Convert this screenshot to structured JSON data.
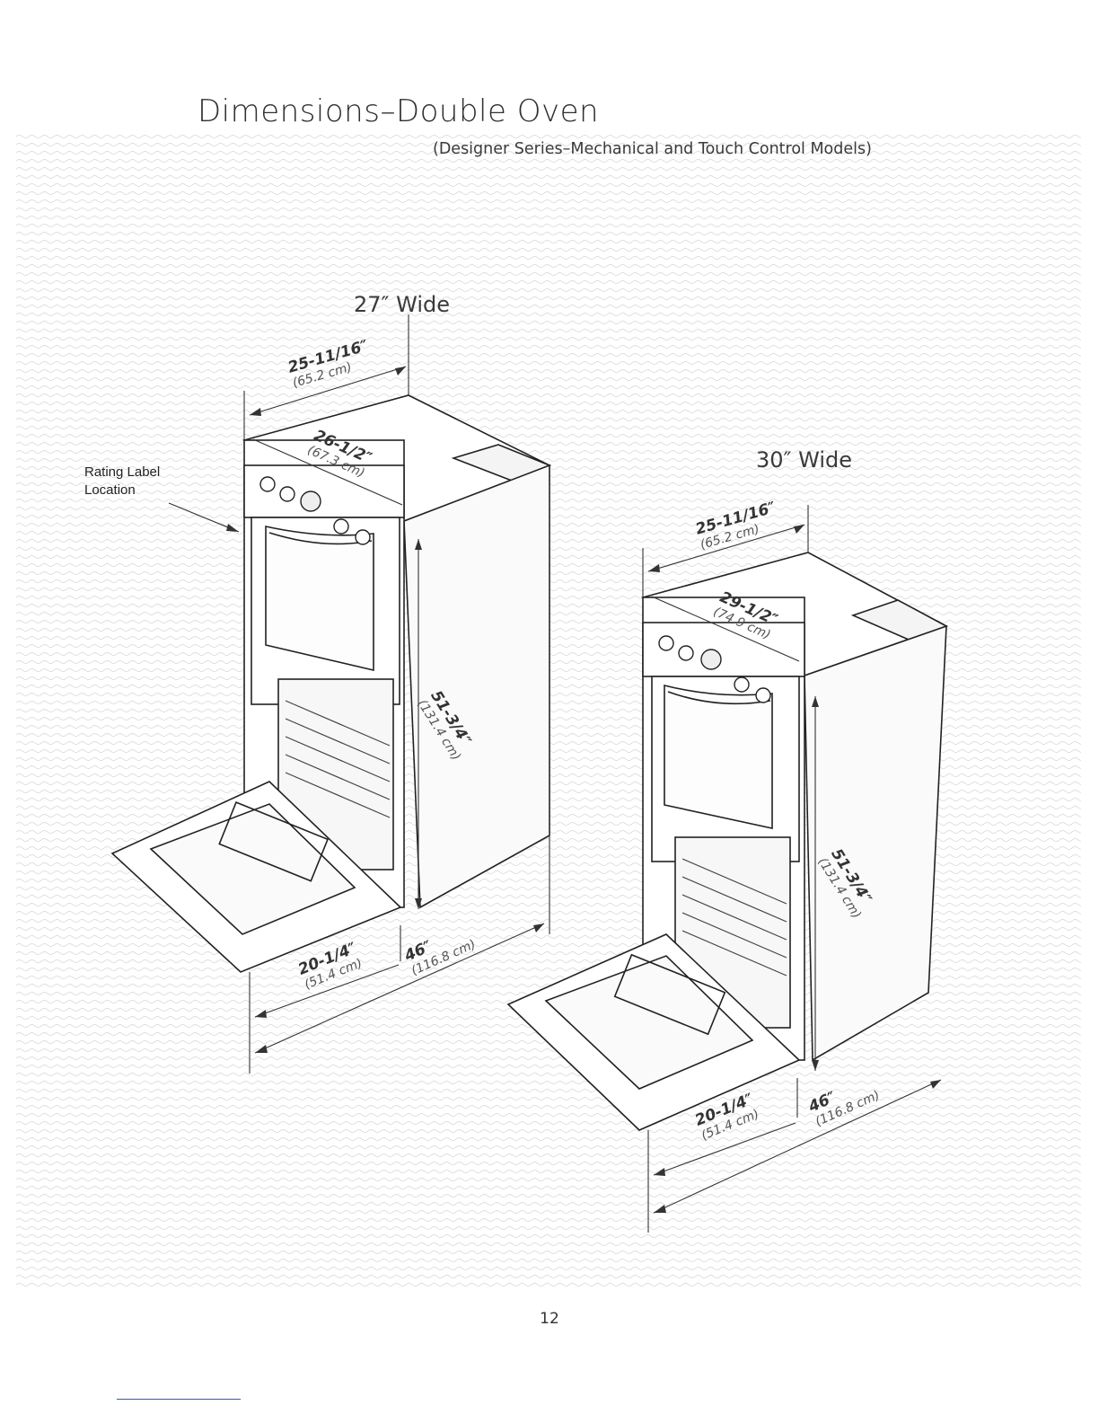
{
  "title": "Dimensions–Double Oven",
  "subtitle": "(Designer Series–Mechanical and Touch Control Models)",
  "left_oven": {
    "label": "27″ Wide",
    "top_width": "25-11/16″",
    "top_width_cm": "(65.2 cm)",
    "front_width": "26-1/2″",
    "front_width_cm": "(67.3 cm)",
    "height": "51-3/4″",
    "height_cm": "(131.4 cm)",
    "depth_door": "20-1/4″",
    "depth_door_cm": "(51.4 cm)",
    "depth_open": "46″",
    "depth_open_cm": "(116.8 cm)"
  },
  "right_oven": {
    "label": "30″ Wide",
    "top_width": "25-11/16″",
    "top_width_cm": "(65.2 cm)",
    "front_width": "29-1/2″",
    "front_width_cm": "(74.9 cm)",
    "height": "51-3/4″",
    "height_cm": "(131.4 cm)",
    "depth_door": "20-1/4″",
    "depth_door_cm": "(51.4 cm)",
    "depth_open": "46″",
    "depth_open_cm": "(116.8 cm)"
  },
  "rating_label": {
    "line1": "Rating Label",
    "line2": "Location"
  },
  "page_number": "12"
}
